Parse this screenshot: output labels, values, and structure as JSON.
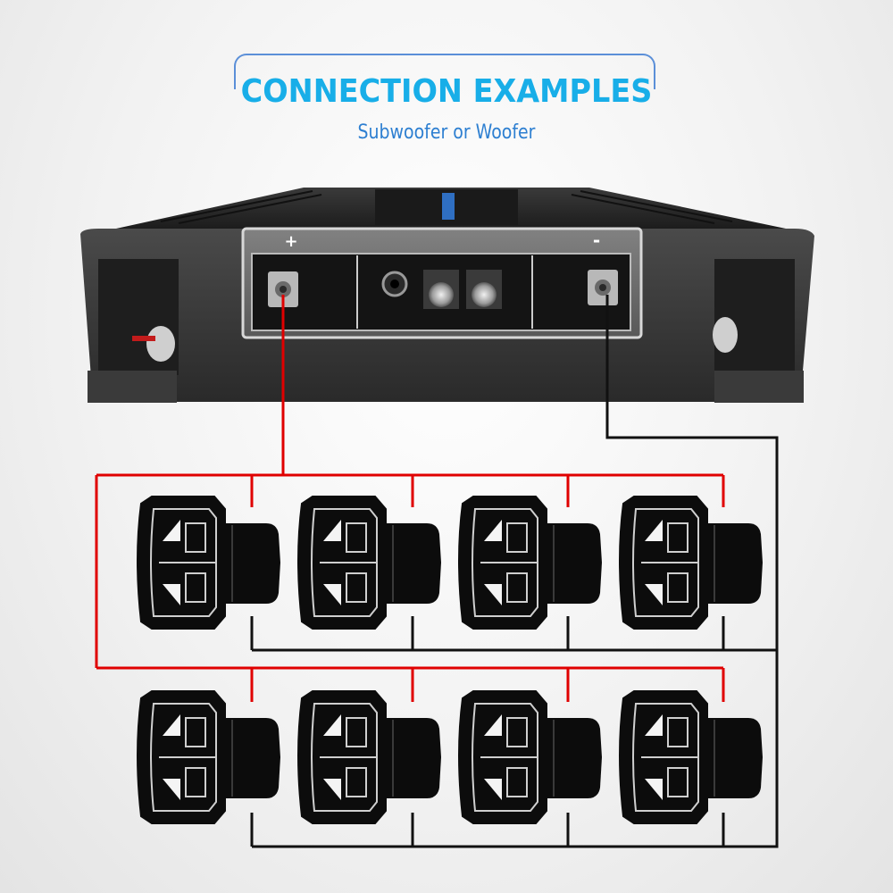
{
  "header": {
    "title": "CONNECTION EXAMPLES",
    "subtitle": "Subwoofer or Woofer"
  },
  "amplifier": {
    "positive_label": "+",
    "negative_label": "-"
  },
  "wiring": {
    "positive_color": "#e00000",
    "negative_color": "#111111"
  },
  "speakers": {
    "rows": 2,
    "per_row": 4,
    "icon": "subwoofer-icon"
  },
  "colors": {
    "title": "#18aee8",
    "subtitle": "#2d7fd1",
    "frame": "#5b8fd8",
    "amp_body": "#2b2b2b"
  }
}
